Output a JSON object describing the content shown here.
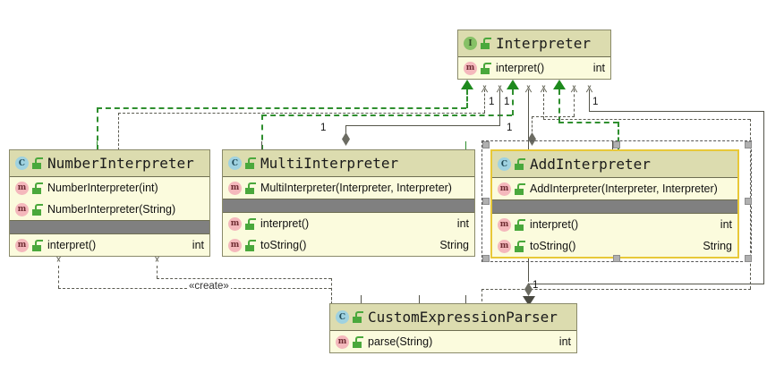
{
  "diagram": {
    "title": "Interpreter pattern UML class diagram",
    "background": "#ffffff",
    "colors": {
      "header_fill": "#dcdcaf",
      "body_fill": "#fbfbdd",
      "separator_fill": "#808080",
      "selection_border": "#e8c838",
      "realization_line": "#2f8f2f",
      "association_line": "#55554a",
      "interface_icon": "#86c166",
      "class_icon": "#9fd2e0",
      "method_icon": "#f4b8bc",
      "visibility_icon": "#4aa83c"
    }
  },
  "classes": [
    {
      "id": "interpreter",
      "name": "Interpreter",
      "kind_icon": "interface-icon",
      "kind_letter": "I",
      "visibility_icon": "public-lock-icon",
      "selected": false,
      "sections": [
        {
          "type": "members",
          "rows": [
            {
              "icon": "method-icon",
              "letter": "m",
              "visibility_icon": "public-lock-icon",
              "name": "interpret()",
              "return": "int"
            }
          ]
        }
      ]
    },
    {
      "id": "number-interpreter",
      "name": "NumberInterpreter",
      "kind_icon": "class-icon",
      "kind_letter": "C",
      "visibility_icon": "public-lock-icon",
      "selected": false,
      "sections": [
        {
          "type": "members",
          "rows": [
            {
              "icon": "method-icon",
              "letter": "m",
              "visibility_icon": "public-lock-icon",
              "name": "NumberInterpreter(int)",
              "return": ""
            },
            {
              "icon": "method-icon",
              "letter": "m",
              "visibility_icon": "public-lock-icon",
              "name": "NumberInterpreter(String)",
              "return": ""
            }
          ]
        },
        {
          "type": "separator",
          "rows": []
        },
        {
          "type": "members",
          "rows": [
            {
              "icon": "method-icon",
              "letter": "m",
              "visibility_icon": "public-lock-icon",
              "name": "interpret()",
              "return": "int"
            }
          ]
        }
      ]
    },
    {
      "id": "multi-interpreter",
      "name": "MultiInterpreter",
      "kind_icon": "class-icon",
      "kind_letter": "C",
      "visibility_icon": "public-lock-icon",
      "selected": false,
      "sections": [
        {
          "type": "members",
          "rows": [
            {
              "icon": "method-icon",
              "letter": "m",
              "visibility_icon": "public-lock-icon",
              "name": "MultiInterpreter(Interpreter, Interpreter)",
              "return": ""
            }
          ]
        },
        {
          "type": "separator",
          "rows": []
        },
        {
          "type": "members",
          "rows": [
            {
              "icon": "method-icon",
              "letter": "m",
              "visibility_icon": "public-lock-icon",
              "name": "interpret()",
              "return": "int"
            },
            {
              "icon": "method-icon",
              "letter": "m",
              "visibility_icon": "public-lock-icon",
              "name": "toString()",
              "return": "String"
            }
          ]
        }
      ]
    },
    {
      "id": "add-interpreter",
      "name": "AddInterpreter",
      "kind_icon": "class-icon",
      "kind_letter": "C",
      "visibility_icon": "public-lock-icon",
      "selected": true,
      "sections": [
        {
          "type": "members",
          "rows": [
            {
              "icon": "method-icon",
              "letter": "m",
              "visibility_icon": "public-lock-icon",
              "name": "AddInterpreter(Interpreter, Interpreter)",
              "return": ""
            }
          ]
        },
        {
          "type": "separator",
          "rows": []
        },
        {
          "type": "members",
          "rows": [
            {
              "icon": "method-icon",
              "letter": "m",
              "visibility_icon": "public-lock-icon",
              "name": "interpret()",
              "return": "int"
            },
            {
              "icon": "method-icon",
              "letter": "m",
              "visibility_icon": "public-lock-icon",
              "name": "toString()",
              "return": "String"
            }
          ]
        }
      ]
    },
    {
      "id": "custom-expression-parser",
      "name": "CustomExpressionParser",
      "kind_icon": "class-icon",
      "kind_letter": "C",
      "visibility_icon": "public-lock-icon",
      "selected": false,
      "sections": [
        {
          "type": "members",
          "rows": [
            {
              "icon": "method-icon",
              "letter": "m",
              "visibility_icon": "public-lock-icon",
              "name": "parse(String)",
              "return": "int"
            }
          ]
        }
      ]
    }
  ],
  "edge_labels": {
    "mult_1": "1",
    "mult_2": "1",
    "mult_3": "1",
    "mult_4": "1",
    "mult_5": "1",
    "mult_6": "1",
    "create_stereotype": "«create»"
  }
}
